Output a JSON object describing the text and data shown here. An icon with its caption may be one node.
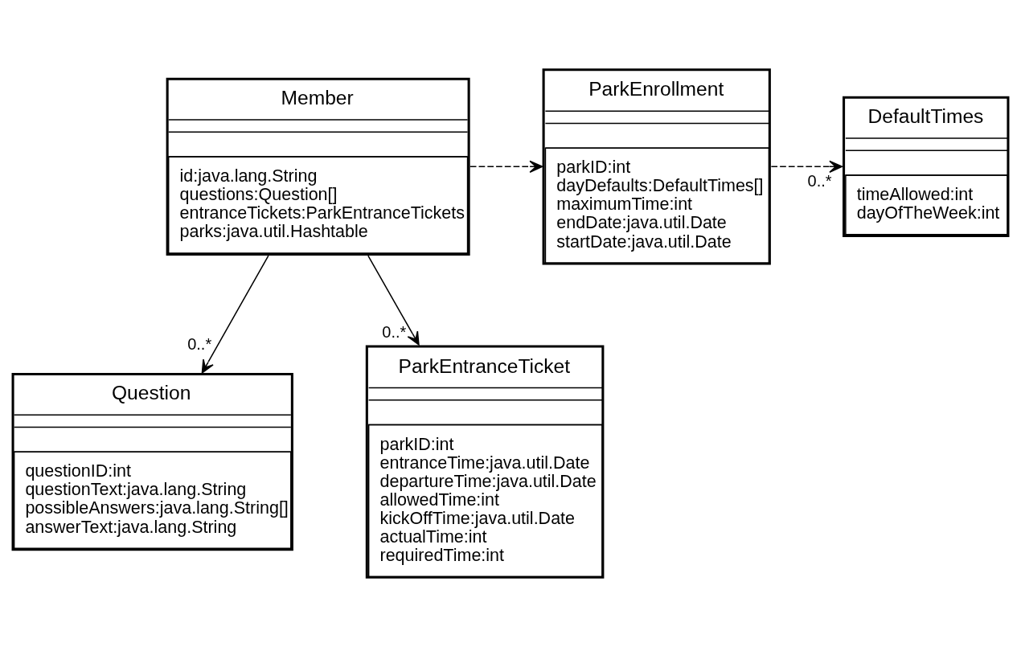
{
  "diagram": {
    "nodes": [
      {
        "text": [
          "Member",
          "id:java.lang.String",
          "questions:Question[]",
          "entranceTickets:ParkEntranceTickets",
          "parks:java.util.Hashtable"
        ]
      },
      {
        "text": [
          "ParkEnrollment",
          "parkID:int",
          "dayDefaults:DefaultTimes[]",
          "maximumTime:int",
          "endDate:java.util.Date",
          "startDate:java.util.Date"
        ]
      },
      {
        "text": [
          "DefaultTimes",
          "timeAllowed:int",
          "dayOfTheWeek:int"
        ]
      },
      {
        "text": [
          "Question",
          "questionID:int",
          "questionText:java.lang.String",
          "possibleAnswers:java.lang.String[]",
          "answerText:java.lang.String"
        ]
      },
      {
        "text": [
          "ParkEntranceTicket",
          "parkID:int",
          "entranceTime:java.util.Date",
          "departureTime:java.util.Date",
          "allowedTime:int",
          "kickOffTime:java.util.Date",
          "actualTime:int",
          "requiredTime:int"
        ]
      }
    ],
    "edges": [
      {
        "from": 0,
        "to": 1,
        "arrow": "to",
        "style": "dashed"
      },
      {
        "from": 1,
        "to": 2,
        "arrow": "to",
        "style": "dashed",
        "label": "0..*"
      },
      {
        "from": 0,
        "to": 3,
        "arrow": "to",
        "label": "0..*"
      },
      {
        "from": 0,
        "to": 4,
        "arrow": "to",
        "label": "0..*"
      }
    ]
  }
}
